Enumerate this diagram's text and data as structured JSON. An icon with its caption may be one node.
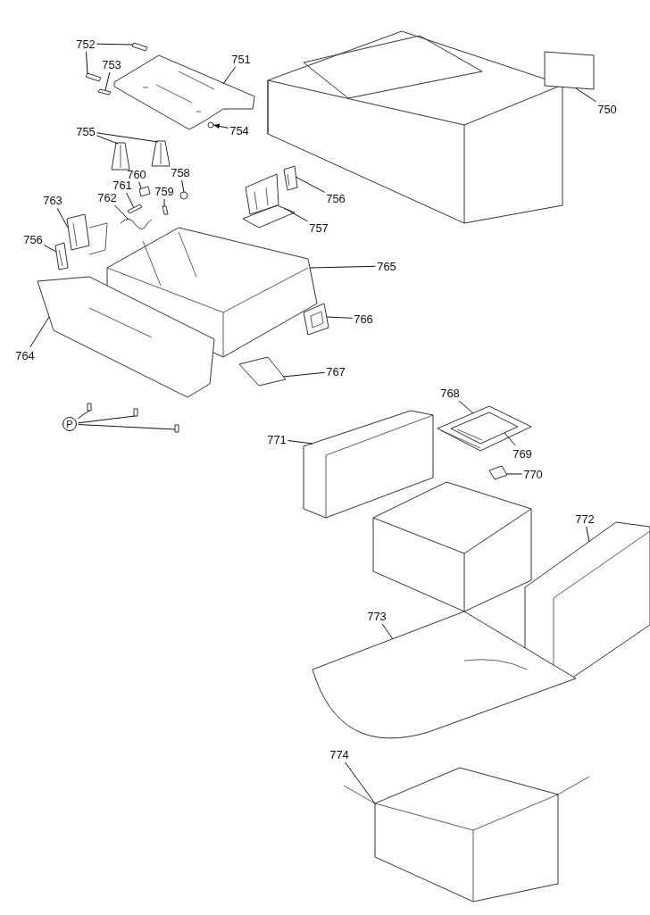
{
  "diagram": {
    "nodes": [
      {
        "text": [
          "752"
        ]
      },
      {
        "text": [
          "753"
        ]
      },
      {
        "text": [
          "751"
        ]
      },
      {
        "text": [
          "750"
        ]
      },
      {
        "text": [
          "755"
        ]
      },
      {
        "text": [
          "754"
        ]
      },
      {
        "text": [
          "760"
        ]
      },
      {
        "text": [
          "758"
        ]
      },
      {
        "text": [
          "761"
        ]
      },
      {
        "text": [
          "759"
        ]
      },
      {
        "text": [
          "756"
        ]
      },
      {
        "text": [
          "763"
        ]
      },
      {
        "text": [
          "762"
        ]
      },
      {
        "text": [
          "757"
        ]
      },
      {
        "text": [
          "756"
        ]
      },
      {
        "text": [
          "765"
        ]
      },
      {
        "text": [
          "766"
        ]
      },
      {
        "text": [
          "764"
        ]
      },
      {
        "text": [
          "767"
        ]
      },
      {
        "text": [
          "P"
        ]
      },
      {
        "text": [
          "768"
        ]
      },
      {
        "text": [
          "771"
        ]
      },
      {
        "text": [
          "769"
        ]
      },
      {
        "text": [
          "770"
        ]
      },
      {
        "text": [
          "772"
        ]
      },
      {
        "text": [
          "773"
        ]
      },
      {
        "text": [
          "774"
        ]
      },
      {
        "text": [],
        "shape": "box"
      },
      {
        "text": [],
        "shape": "picture"
      },
      {
        "text": [],
        "shape": "box"
      },
      {
        "text": [],
        "shape": "box"
      },
      {
        "text": [],
        "shape": "box"
      },
      {
        "text": [],
        "shape": "picture"
      },
      {
        "text": [],
        "shape": "picture"
      },
      {
        "text": [],
        "shape": "circle"
      },
      {
        "text": [],
        "shape": "box"
      },
      {
        "text": [],
        "shape": "circle"
      },
      {
        "text": [],
        "shape": "box"
      },
      {
        "text": [],
        "shape": "box"
      },
      {
        "text": [],
        "shape": "picture"
      },
      {
        "text": [],
        "shape": "picture"
      },
      {
        "text": [],
        "shape": "picture"
      },
      {
        "text": [],
        "shape": "picture"
      },
      {
        "text": [],
        "shape": "picture"
      },
      {
        "text": [],
        "shape": "picture"
      },
      {
        "text": [],
        "shape": "picture"
      },
      {
        "text": [],
        "shape": "picture"
      },
      {
        "text": [],
        "shape": "box"
      },
      {
        "text": [],
        "shape": "box"
      },
      {
        "text": [],
        "shape": "box"
      },
      {
        "text": [],
        "shape": "box"
      },
      {
        "text": [],
        "shape": "picture"
      },
      {
        "text": [],
        "shape": "picture",
        "in": 51
      },
      {
        "text": [],
        "shape": "box"
      },
      {
        "text": [],
        "shape": "picture"
      },
      {
        "text": [],
        "shape": "picture"
      },
      {
        "text": [],
        "shape": "picture"
      },
      {
        "text": [],
        "shape": "picture"
      }
    ],
    "edges": [
      {
        "from": 0,
        "to": 29,
        "arrow": "none"
      },
      {
        "from": 0,
        "to": 30,
        "arrow": "none"
      },
      {
        "from": 1,
        "to": 31,
        "arrow": "none"
      },
      {
        "from": 2,
        "to": 28,
        "arrow": "none"
      },
      {
        "from": 3,
        "to": 27,
        "arrow": "none"
      },
      {
        "from": 4,
        "to": 32,
        "arrow": "none"
      },
      {
        "from": 4,
        "to": 33,
        "arrow": "none"
      },
      {
        "from": 5,
        "to": 34,
        "arrow": "to"
      },
      {
        "from": 6,
        "to": 35,
        "arrow": "none"
      },
      {
        "from": 7,
        "to": 36,
        "arrow": "none"
      },
      {
        "from": 8,
        "to": 37,
        "arrow": "none"
      },
      {
        "from": 9,
        "to": 38,
        "arrow": "none"
      },
      {
        "from": 10,
        "to": 39,
        "arrow": "none"
      },
      {
        "from": 11,
        "to": 40,
        "arrow": "none"
      },
      {
        "from": 12,
        "to": 41,
        "arrow": "none"
      },
      {
        "from": 13,
        "to": 42,
        "arrow": "none"
      },
      {
        "from": 14,
        "to": 43,
        "arrow": "none"
      },
      {
        "from": 15,
        "to": 44,
        "arrow": "none"
      },
      {
        "from": 16,
        "to": 45,
        "arrow": "none"
      },
      {
        "from": 17,
        "to": 46,
        "arrow": "none"
      },
      {
        "from": 18,
        "to": 47,
        "arrow": "none"
      },
      {
        "from": 19,
        "to": 48,
        "arrow": "none"
      },
      {
        "from": 19,
        "to": 49,
        "arrow": "none"
      },
      {
        "from": 19,
        "to": 50,
        "arrow": "none"
      },
      {
        "from": 20,
        "to": 51,
        "arrow": "none"
      },
      {
        "from": 21,
        "to": 54,
        "arrow": "none"
      },
      {
        "from": 22,
        "to": 52,
        "arrow": "none"
      },
      {
        "from": 23,
        "to": 53,
        "arrow": "none"
      },
      {
        "from": 24,
        "to": 55,
        "arrow": "none"
      },
      {
        "from": 25,
        "to": 56,
        "arrow": "none"
      },
      {
        "from": 26,
        "to": 57,
        "arrow": "none"
      }
    ]
  }
}
